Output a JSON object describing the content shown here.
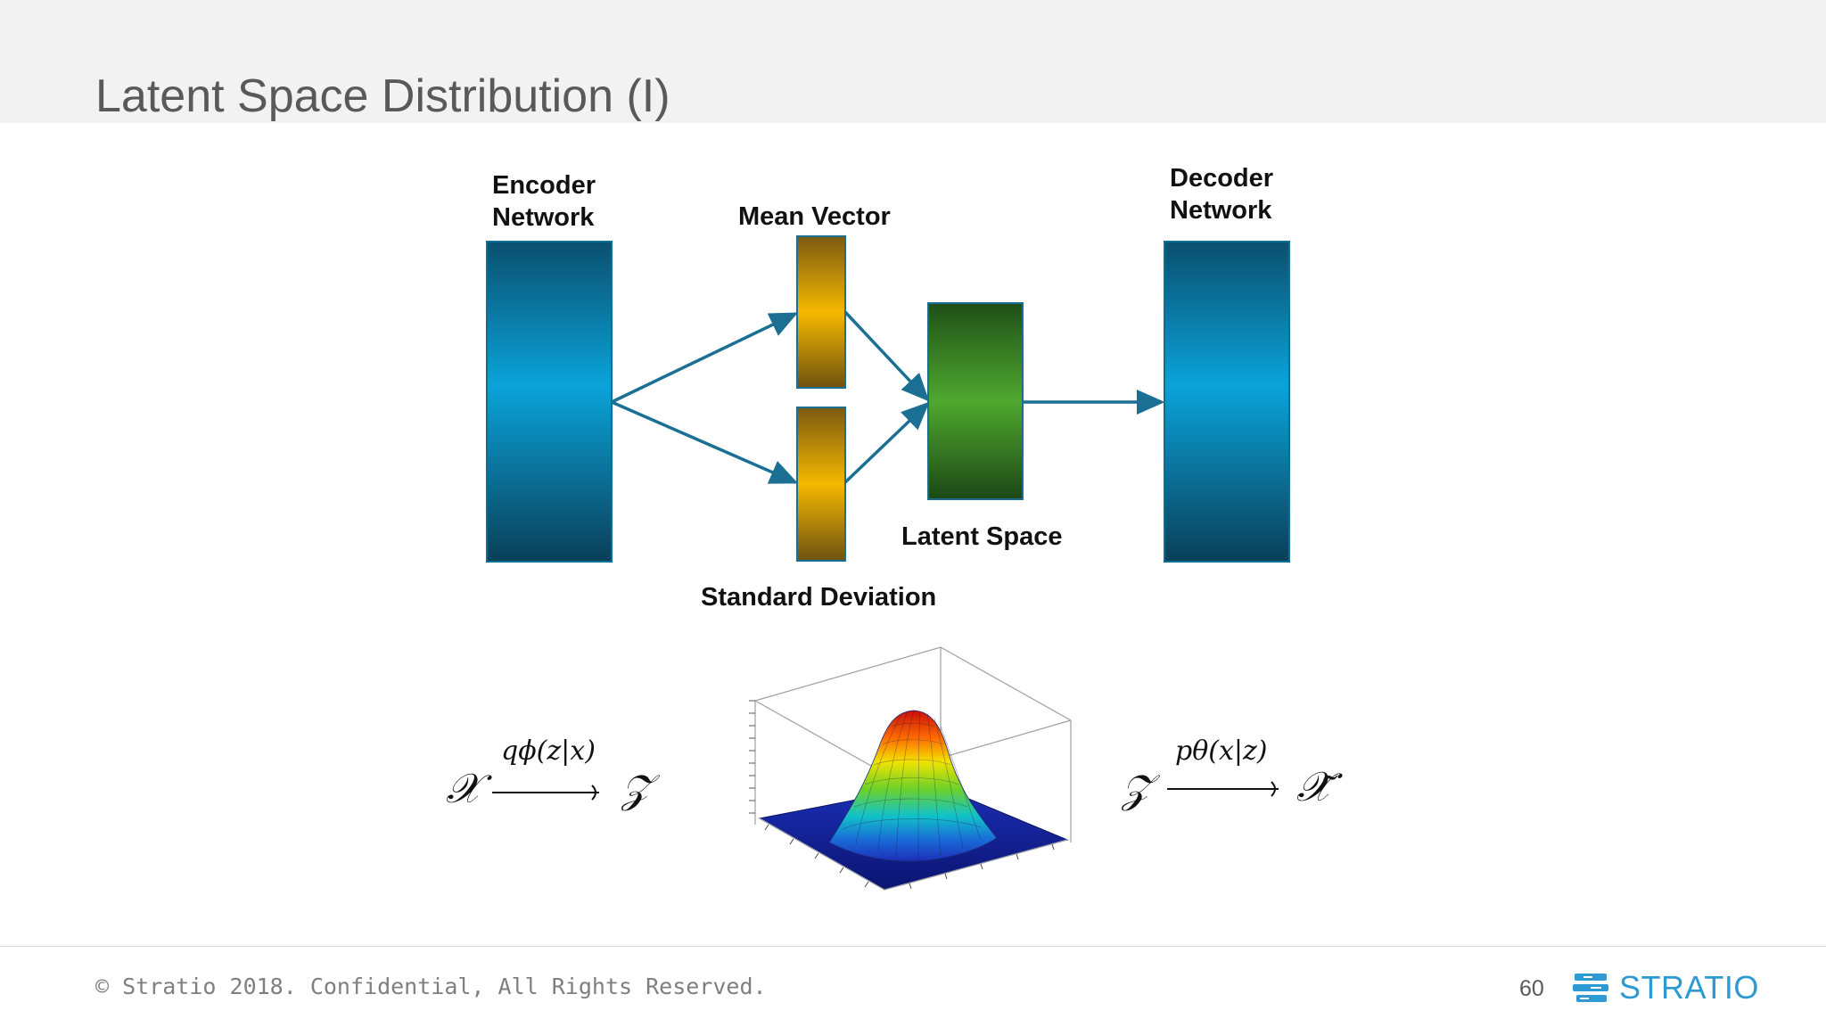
{
  "slide": {
    "title": "Latent Space Distribution (I)",
    "page_number": "60"
  },
  "diagram": {
    "encoder_label": [
      "Encoder",
      "Network"
    ],
    "mean_label": "Mean Vector",
    "std_label": "Standard Deviation",
    "latent_label": "Latent Space",
    "decoder_label": [
      "Decoder",
      "Network"
    ],
    "colors": {
      "network_blue": "#0aa3d9",
      "vector_gold": "#f5b800",
      "latent_green": "#4fa82e",
      "arrow": "#1a6f93"
    }
  },
  "equations": {
    "left": {
      "from": "𝒳",
      "over": "qϕ(z|x)",
      "to": "𝒵"
    },
    "right": {
      "from": "𝒵",
      "over": "pθ(x|z)",
      "to": "𝒳̃"
    }
  },
  "footer": {
    "copyright": "© Stratio 2018. Confidential, All Rights Reserved.",
    "logo_text": "STRATIO",
    "logo_color": "#2d9ad3"
  }
}
